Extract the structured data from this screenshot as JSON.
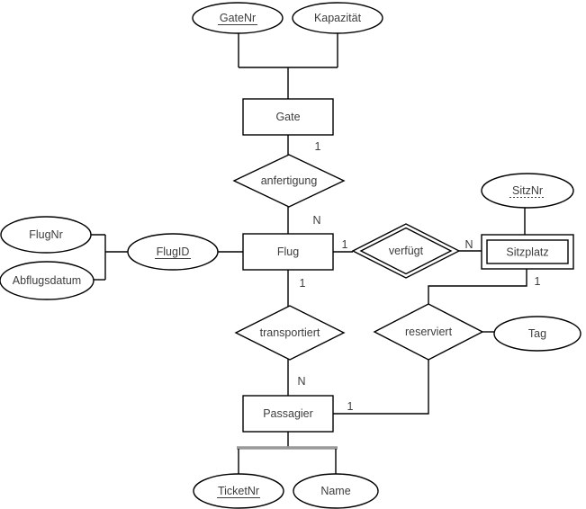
{
  "diagram": {
    "type": "entity-relationship",
    "language": "de",
    "colors": {
      "background": "#ffffff",
      "stroke": "#000000",
      "text": "#3d3d3d",
      "muted_connector": "#999999"
    },
    "entities": {
      "gate": {
        "label": "Gate",
        "weak": false
      },
      "flug": {
        "label": "Flug",
        "weak": false
      },
      "sitzplatz": {
        "label": "Sitzplatz",
        "weak": true
      },
      "passagier": {
        "label": "Passagier",
        "weak": false
      }
    },
    "relationships": {
      "anfertigung": {
        "label": "anfertigung",
        "identifying": false
      },
      "verfuegt": {
        "label": "verfügt",
        "identifying": true
      },
      "transportiert": {
        "label": "transportiert",
        "identifying": false
      },
      "reserviert": {
        "label": "reserviert",
        "identifying": false
      }
    },
    "attributes": {
      "gatenr": {
        "label": "GateNr",
        "key": "primary",
        "owner": "gate"
      },
      "kapazitaet": {
        "label": "Kapazität",
        "key": "none",
        "owner": "gate"
      },
      "flugnr": {
        "label": "FlugNr",
        "key": "none",
        "owner": "flug"
      },
      "abflugsdatum": {
        "label": "Abflugsdatum",
        "key": "none",
        "owner": "flug"
      },
      "flugid": {
        "label": "FlugID",
        "key": "primary",
        "owner": "flug"
      },
      "sitznr": {
        "label": "SitzNr",
        "key": "partial",
        "owner": "sitzplatz"
      },
      "tag": {
        "label": "Tag",
        "key": "none",
        "owner": "reserviert"
      },
      "ticketnr": {
        "label": "TicketNr",
        "key": "primary",
        "owner": "passagier"
      },
      "name": {
        "label": "Name",
        "key": "none",
        "owner": "passagier"
      }
    },
    "cardinalities": {
      "gate_anfertigung": "1",
      "anfertigung_flug": "N",
      "flug_verfuegt": "1",
      "verfuegt_sitzplatz": "N",
      "sitzplatz_reserviert": "1",
      "flug_transportiert": "1",
      "transportiert_passagier": "N",
      "passagier_reserviert": "1"
    }
  }
}
